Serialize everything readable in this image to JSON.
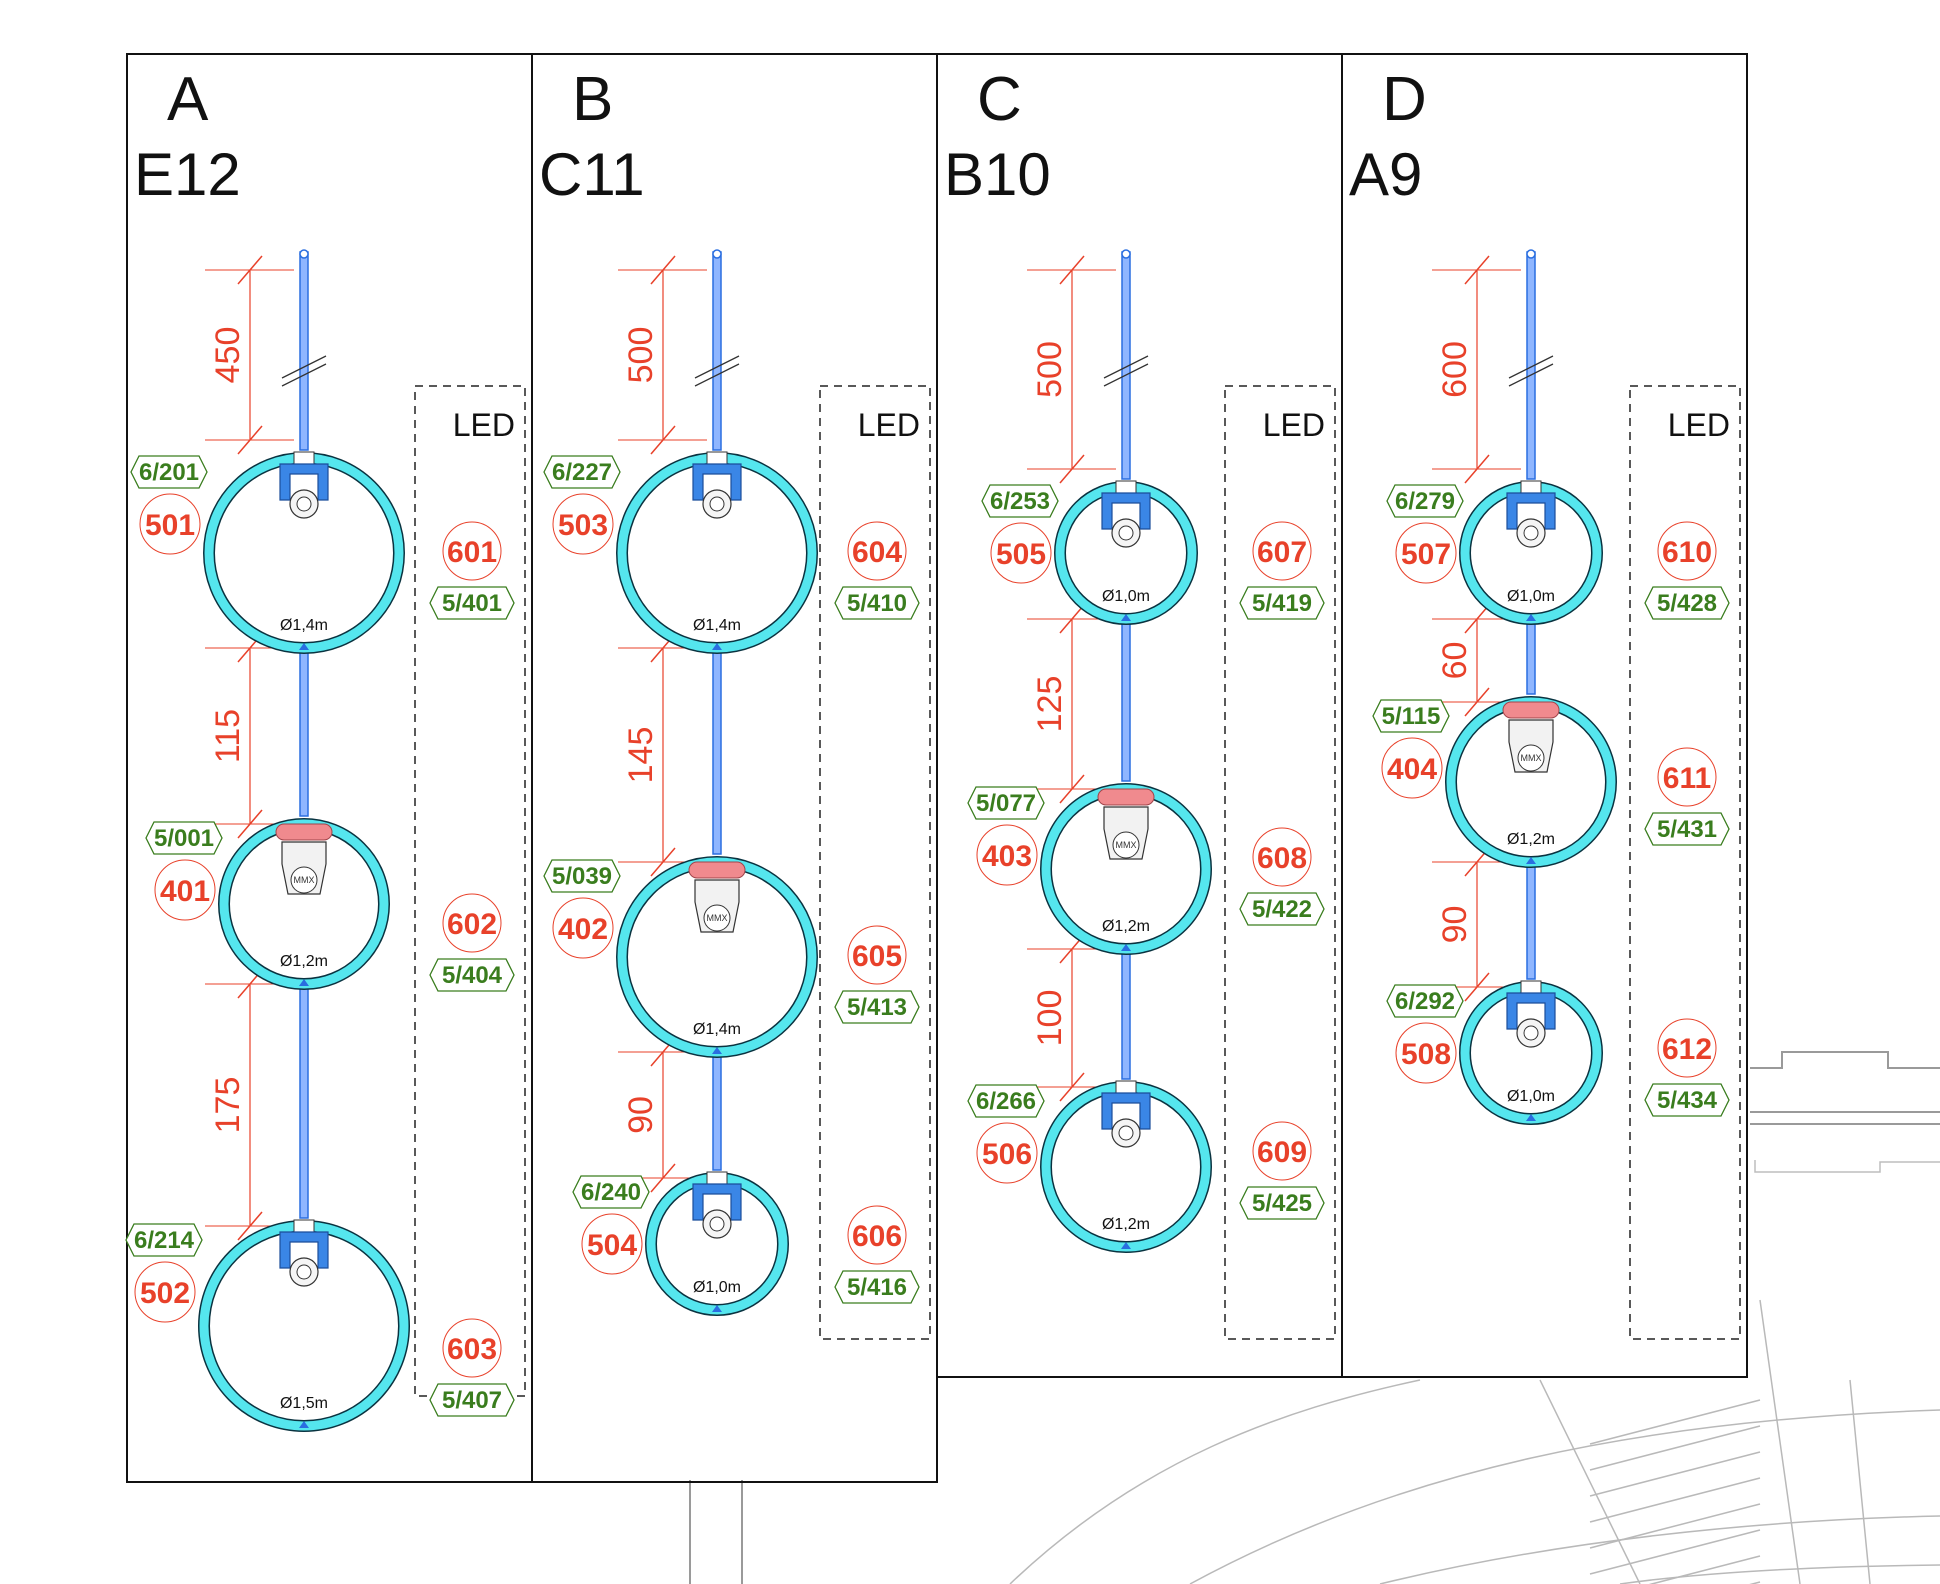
{
  "led_label": "LED",
  "mmx_label": "MMX",
  "panels": [
    {
      "letter": "A",
      "code": "E12",
      "dims": [
        "450",
        "115",
        "175"
      ],
      "rings": [
        {
          "kind": "wash",
          "diameter": "Ø1,4m",
          "num": "501",
          "code": "6/201"
        },
        {
          "kind": "mmx",
          "diameter": "Ø1,2m",
          "num": "401",
          "code": "5/001"
        },
        {
          "kind": "wash",
          "diameter": "Ø1,5m",
          "num": "502",
          "code": "6/214"
        }
      ],
      "led": [
        {
          "num": "601",
          "code": "5/401"
        },
        {
          "num": "602",
          "code": "5/404"
        },
        {
          "num": "603",
          "code": "5/407"
        }
      ]
    },
    {
      "letter": "B",
      "code": "C11",
      "dims": [
        "500",
        "145",
        "90"
      ],
      "rings": [
        {
          "kind": "wash",
          "diameter": "Ø1,4m",
          "num": "503",
          "code": "6/227"
        },
        {
          "kind": "mmx",
          "diameter": "Ø1,4m",
          "num": "402",
          "code": "5/039"
        },
        {
          "kind": "wash",
          "diameter": "Ø1,0m",
          "num": "504",
          "code": "6/240"
        }
      ],
      "led": [
        {
          "num": "604",
          "code": "5/410"
        },
        {
          "num": "605",
          "code": "5/413"
        },
        {
          "num": "606",
          "code": "5/416"
        }
      ]
    },
    {
      "letter": "C",
      "code": "B10",
      "dims": [
        "500",
        "125",
        "100"
      ],
      "rings": [
        {
          "kind": "wash",
          "diameter": "Ø1,0m",
          "num": "505",
          "code": "6/253"
        },
        {
          "kind": "mmx",
          "diameter": "Ø1,2m",
          "num": "403",
          "code": "5/077"
        },
        {
          "kind": "wash",
          "diameter": "Ø1,2m",
          "num": "506",
          "code": "6/266"
        }
      ],
      "led": [
        {
          "num": "607",
          "code": "5/419"
        },
        {
          "num": "608",
          "code": "5/422"
        },
        {
          "num": "609",
          "code": "5/425"
        }
      ]
    },
    {
      "letter": "D",
      "code": "A9",
      "dims": [
        "600",
        "60",
        "90"
      ],
      "rings": [
        {
          "kind": "wash",
          "diameter": "Ø1,0m",
          "num": "507",
          "code": "6/279"
        },
        {
          "kind": "mmx",
          "diameter": "Ø1,2m",
          "num": "404",
          "code": "5/115"
        },
        {
          "kind": "wash",
          "diameter": "Ø1,0m",
          "num": "508",
          "code": "6/292"
        }
      ],
      "led": [
        {
          "num": "610",
          "code": "5/428"
        },
        {
          "num": "611",
          "code": "5/431"
        },
        {
          "num": "612",
          "code": "5/434"
        }
      ]
    }
  ]
}
